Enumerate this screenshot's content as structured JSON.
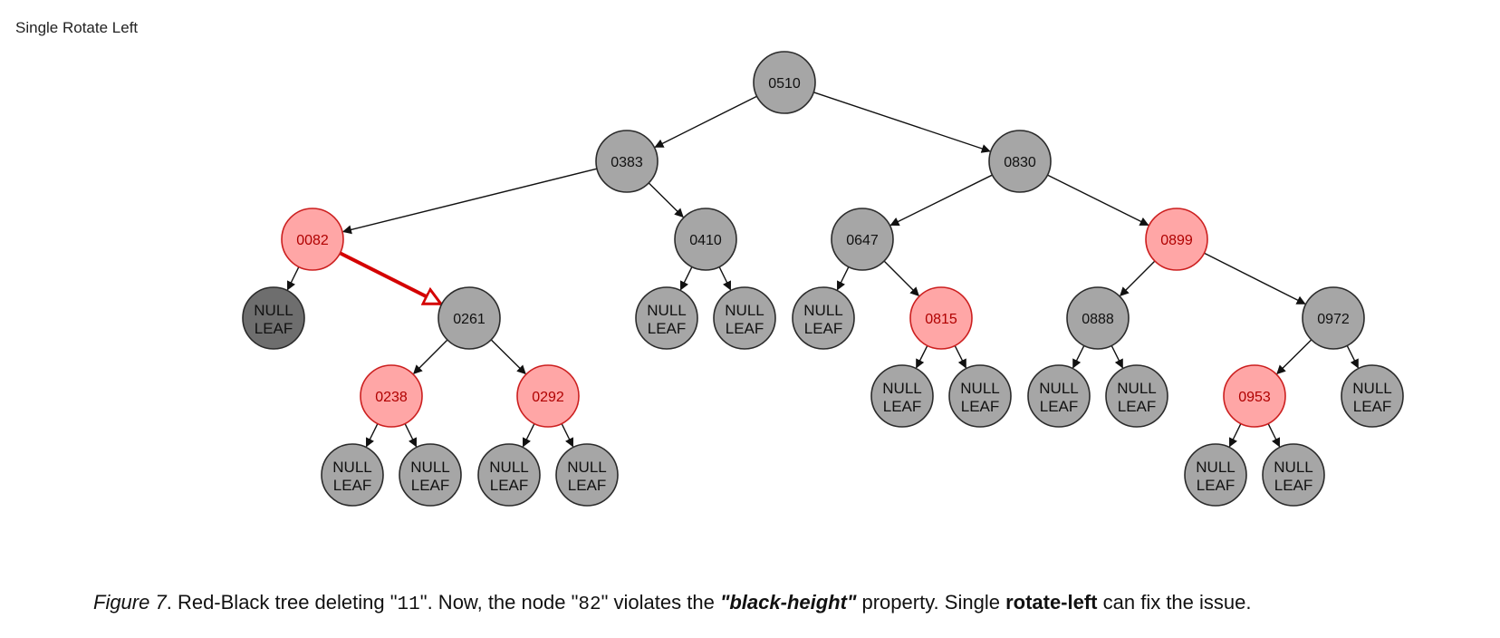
{
  "title": "Single Rotate Left",
  "colors": {
    "black_fill": "#a6a6a6",
    "black_stroke": "#2b2b2b",
    "red_fill": "#ffa6a6",
    "red_stroke": "#cc1f1f",
    "red_text": "#b00000",
    "violating_leaf_fill": "#6e6e6e",
    "edge": "#111111",
    "highlight_edge": "#d40000"
  },
  "nodes": [
    {
      "id": "n510",
      "label": "0510",
      "color": "black"
    },
    {
      "id": "n383",
      "label": "0383",
      "color": "black"
    },
    {
      "id": "n830",
      "label": "0830",
      "color": "black"
    },
    {
      "id": "n82",
      "label": "0082",
      "color": "red"
    },
    {
      "id": "n410",
      "label": "0410",
      "color": "black"
    },
    {
      "id": "n647",
      "label": "0647",
      "color": "black"
    },
    {
      "id": "n899",
      "label": "0899",
      "color": "red"
    },
    {
      "id": "l82a",
      "label": "NULL LEAF",
      "color": "dark"
    },
    {
      "id": "n261",
      "label": "0261",
      "color": "black"
    },
    {
      "id": "l410a",
      "label": "NULL LEAF",
      "color": "black"
    },
    {
      "id": "l410b",
      "label": "NULL LEAF",
      "color": "black"
    },
    {
      "id": "l647a",
      "label": "NULL LEAF",
      "color": "black"
    },
    {
      "id": "n815",
      "label": "0815",
      "color": "red"
    },
    {
      "id": "n888",
      "label": "0888",
      "color": "black"
    },
    {
      "id": "n972",
      "label": "0972",
      "color": "black"
    },
    {
      "id": "n238",
      "label": "0238",
      "color": "red"
    },
    {
      "id": "n292",
      "label": "0292",
      "color": "red"
    },
    {
      "id": "l815a",
      "label": "NULL LEAF",
      "color": "black"
    },
    {
      "id": "l815b",
      "label": "NULL LEAF",
      "color": "black"
    },
    {
      "id": "l888a",
      "label": "NULL LEAF",
      "color": "black"
    },
    {
      "id": "l888b",
      "label": "NULL LEAF",
      "color": "black"
    },
    {
      "id": "n953",
      "label": "0953",
      "color": "red"
    },
    {
      "id": "l972b",
      "label": "NULL LEAF",
      "color": "black"
    },
    {
      "id": "l238a",
      "label": "NULL LEAF",
      "color": "black"
    },
    {
      "id": "l238b",
      "label": "NULL LEAF",
      "color": "black"
    },
    {
      "id": "l292a",
      "label": "NULL LEAF",
      "color": "black"
    },
    {
      "id": "l292b",
      "label": "NULL LEAF",
      "color": "black"
    },
    {
      "id": "l953a",
      "label": "NULL LEAF",
      "color": "black"
    },
    {
      "id": "l953b",
      "label": "NULL LEAF",
      "color": "black"
    }
  ],
  "edges": [
    {
      "from": "n510",
      "to": "n383"
    },
    {
      "from": "n510",
      "to": "n830"
    },
    {
      "from": "n383",
      "to": "n82"
    },
    {
      "from": "n383",
      "to": "n410"
    },
    {
      "from": "n830",
      "to": "n647"
    },
    {
      "from": "n830",
      "to": "n899"
    },
    {
      "from": "n82",
      "to": "l82a"
    },
    {
      "from": "n82",
      "to": "n261",
      "highlight": true
    },
    {
      "from": "n410",
      "to": "l410a"
    },
    {
      "from": "n410",
      "to": "l410b"
    },
    {
      "from": "n647",
      "to": "l647a"
    },
    {
      "from": "n647",
      "to": "n815"
    },
    {
      "from": "n899",
      "to": "n888"
    },
    {
      "from": "n899",
      "to": "n972"
    },
    {
      "from": "n261",
      "to": "n238"
    },
    {
      "from": "n261",
      "to": "n292"
    },
    {
      "from": "n815",
      "to": "l815a"
    },
    {
      "from": "n815",
      "to": "l815b"
    },
    {
      "from": "n888",
      "to": "l888a"
    },
    {
      "from": "n888",
      "to": "l888b"
    },
    {
      "from": "n972",
      "to": "n953"
    },
    {
      "from": "n972",
      "to": "l972b"
    },
    {
      "from": "n238",
      "to": "l238a"
    },
    {
      "from": "n238",
      "to": "l238b"
    },
    {
      "from": "n292",
      "to": "l292a"
    },
    {
      "from": "n292",
      "to": "l292b"
    },
    {
      "from": "n953",
      "to": "l953a"
    },
    {
      "from": "n953",
      "to": "l953b"
    }
  ],
  "caption": {
    "figure": "Figure 7",
    "part1": ". Red-Black tree deleting \"",
    "code1": "11",
    "part2": "\". Now, the node \"",
    "code2": "82",
    "part3": "\" violates the ",
    "emphasis": "\"black-height\"",
    "part4": " property. Single ",
    "bold": "rotate-left",
    "part5": " can fix the issue."
  }
}
